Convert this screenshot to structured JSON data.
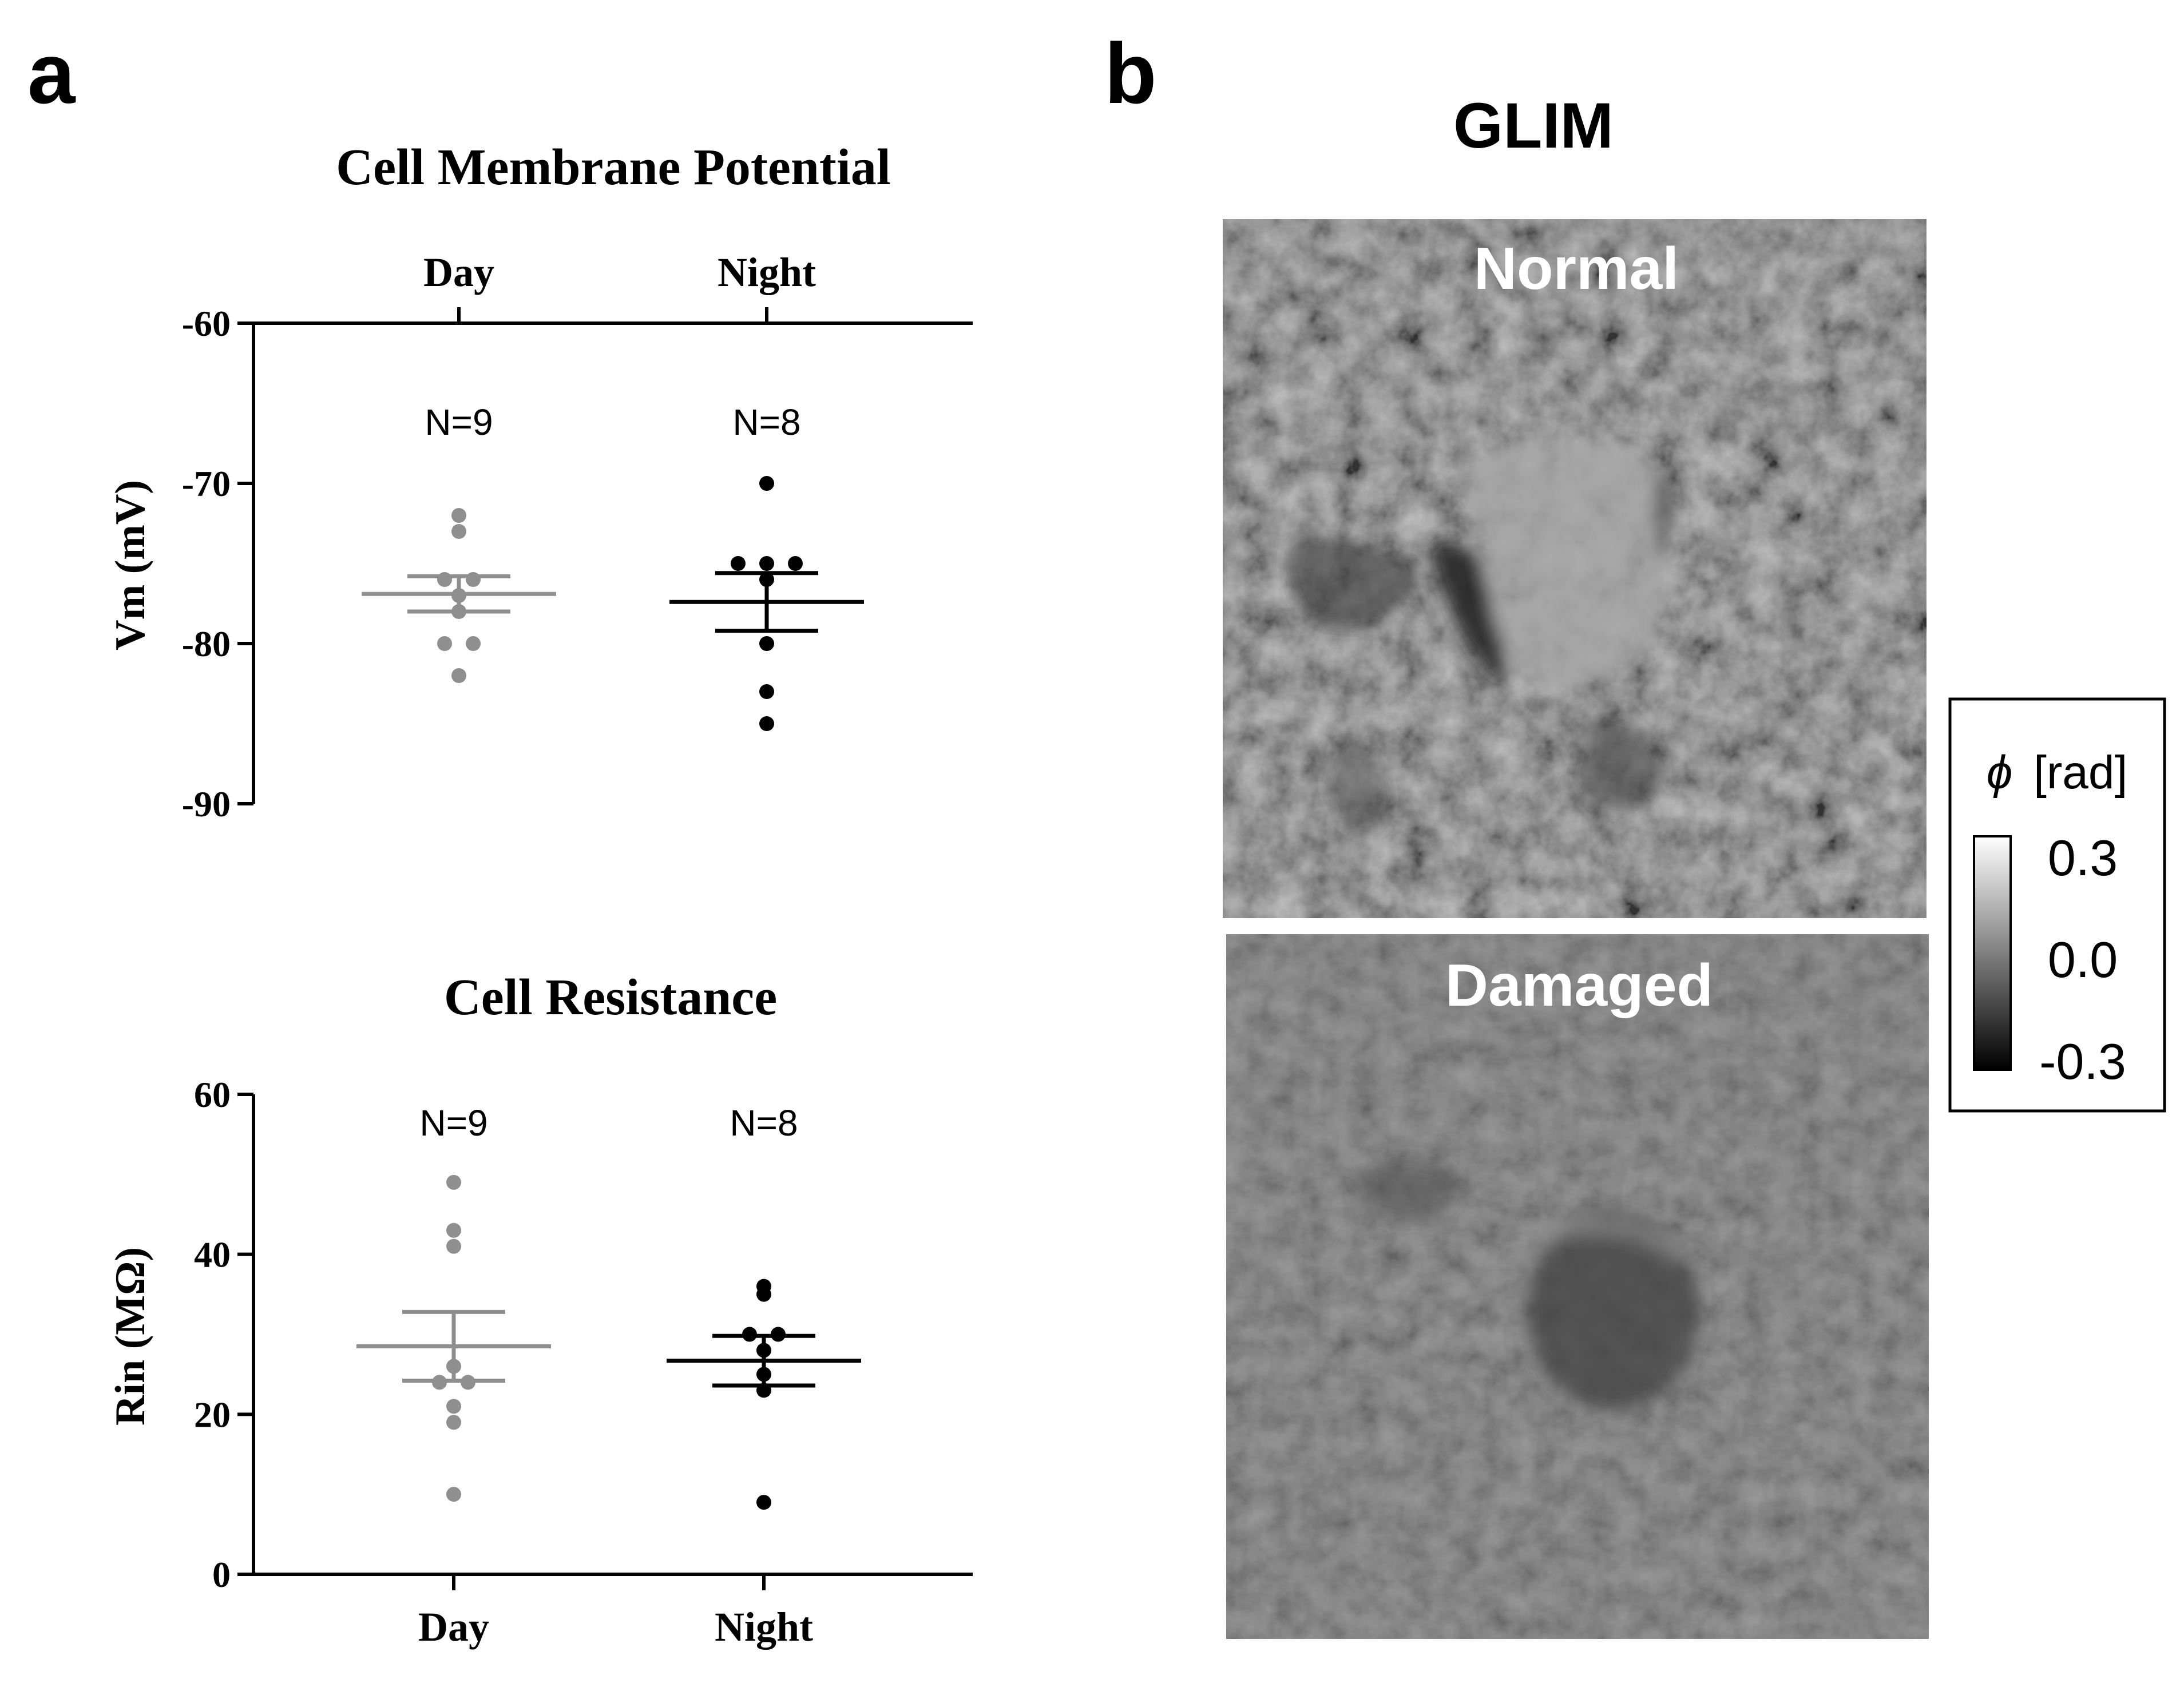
{
  "panel_a": {
    "letter": "a",
    "charts": [
      {
        "id": "vm",
        "type": "scatter",
        "title": "Cell Membrane Potential",
        "ylabel": "Vm (mV)",
        "xlabel": "",
        "categories": [
          "Day",
          "Night"
        ],
        "category_axis_position": "top",
        "ylim": [
          -90,
          -60
        ],
        "yticks": [
          -60,
          -70,
          -80,
          -90
        ],
        "grid": false,
        "series": [
          {
            "category": "Day",
            "color": "#8f8f8f",
            "n_label": "N=9",
            "values": [
              -72,
              -73,
              -76,
              -76,
              -77,
              -78,
              -80,
              -80,
              -82
            ],
            "mean": -76.9,
            "sem": [
              -78.0,
              -75.8
            ]
          },
          {
            "category": "Night",
            "color": "#000000",
            "n_label": "N=8",
            "values": [
              -70,
              -75,
              -75,
              -75,
              -76,
              -80,
              -83,
              -85
            ],
            "mean": -77.4,
            "sem": [
              -79.2,
              -75.6
            ]
          }
        ]
      },
      {
        "id": "rin",
        "type": "scatter",
        "title": "Cell Resistance",
        "ylabel": "Rin (MΩ)",
        "xlabel": "",
        "categories": [
          "Day",
          "Night"
        ],
        "category_axis_position": "bottom",
        "ylim": [
          0,
          60
        ],
        "yticks": [
          0,
          20,
          40,
          60
        ],
        "grid": false,
        "series": [
          {
            "category": "Day",
            "color": "#8f8f8f",
            "n_label": "N=9",
            "values": [
              49,
              43,
              41,
              26,
              24,
              24,
              21,
              19,
              10
            ],
            "mean": 28.5,
            "sem": [
              24.2,
              32.8
            ]
          },
          {
            "category": "Night",
            "color": "#000000",
            "n_label": "N=8",
            "values": [
              36,
              35,
              30,
              30,
              28,
              25,
              23,
              9
            ],
            "mean": 26.7,
            "sem": [
              23.6,
              29.8
            ]
          }
        ]
      }
    ]
  },
  "panel_b": {
    "letter": "b",
    "title": "GLIM",
    "images": [
      {
        "id": "normal",
        "label": "Normal"
      },
      {
        "id": "damaged",
        "label": "Damaged"
      }
    ],
    "colorbar": {
      "title_symbol": "ϕ",
      "title_unit": "[rad]",
      "ticks": [
        "0.3",
        "0.0",
        "-0.3"
      ],
      "range": [
        -0.3,
        0.3
      ],
      "colormap": "gray"
    }
  }
}
